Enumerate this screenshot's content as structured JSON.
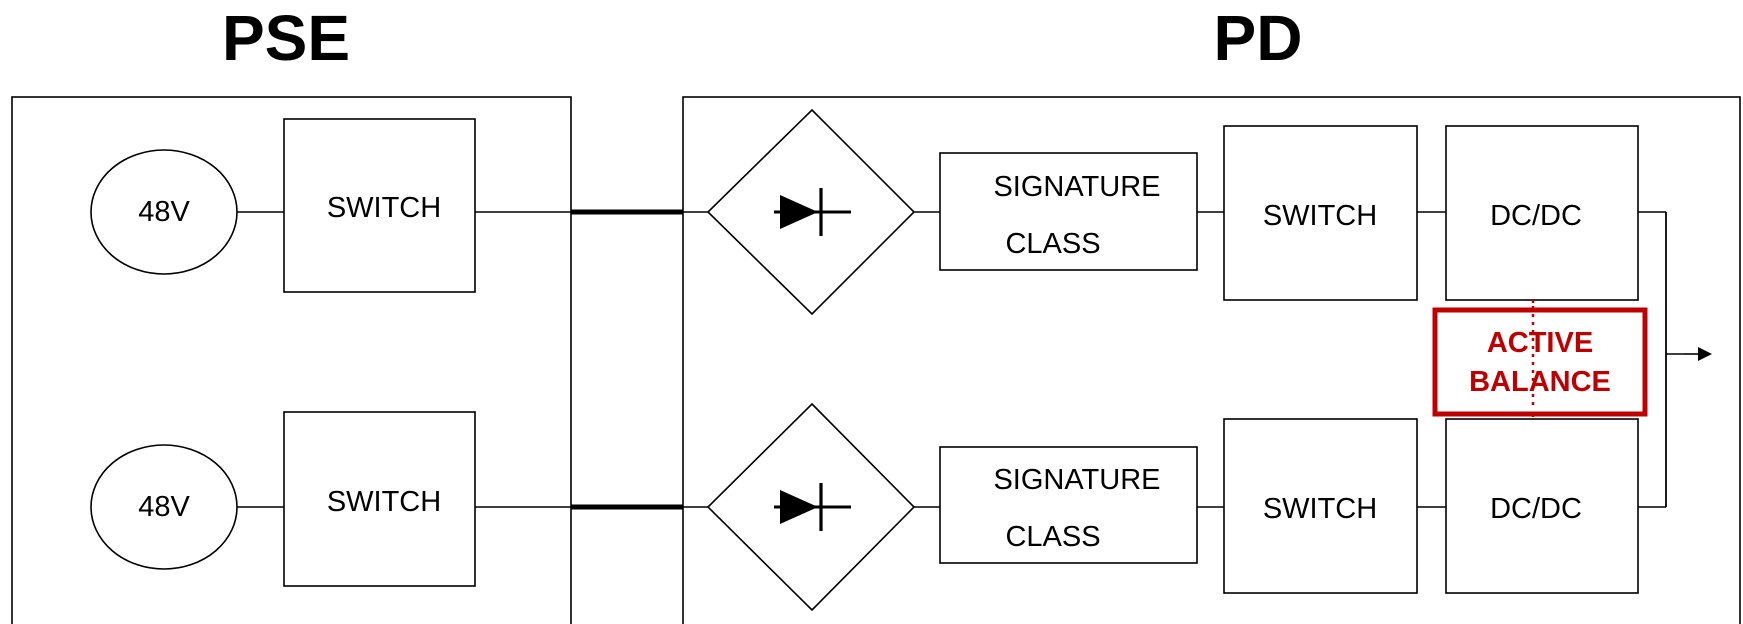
{
  "titles": {
    "left": "PSE",
    "right": "PD"
  },
  "pse": {
    "channels": [
      {
        "source_label": "48V",
        "switch_label": "SWITCH"
      },
      {
        "source_label": "48V",
        "switch_label": "SWITCH"
      }
    ]
  },
  "pd": {
    "channels": [
      {
        "signature_line1": "SIGNATURE",
        "signature_line2": "CLASS",
        "switch_label": "SWITCH",
        "dcdc_label": "DC/DC"
      },
      {
        "signature_line1": "SIGNATURE",
        "signature_line2": "CLASS",
        "switch_label": "SWITCH",
        "dcdc_label": "DC/DC"
      }
    ],
    "active_balance": {
      "line1": "ACTIVE",
      "line2": "BALANCE"
    }
  },
  "colors": {
    "line": "#000000",
    "accent": "#c00000",
    "background": "#ffffff"
  },
  "icons": {
    "rectifier": "diode-bridge-icon",
    "output": "arrow-right-icon"
  }
}
